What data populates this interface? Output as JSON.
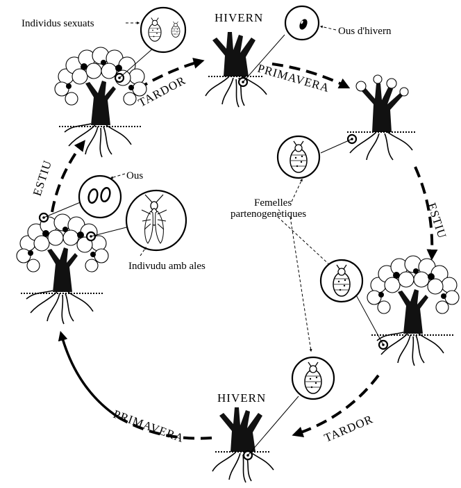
{
  "labels": {
    "individus_sexuats": "Individus  sexuats",
    "hivern_top": "HIVERN",
    "ous_hivern": "Ous d'hivern",
    "tardor_top": "TARDOR",
    "primavera_top": "PRIMAVERA",
    "estiu_left": "ESTIU",
    "ous": "Ous",
    "femelles_1": "Femelles",
    "femelles_2": "partenogenètiques",
    "estiu_right": "ESTIU",
    "individu_ales": "Indivudu amb ales",
    "hivern_bottom": "HIVERN",
    "tardor_bottom": "TARDOR",
    "primavera_bottom": "PRIMAVERA"
  },
  "icons": [
    "vine-tree",
    "winter-stump",
    "insect",
    "egg",
    "winged-insect"
  ],
  "colors": {
    "ink": "#000000",
    "paper": "#ffffff"
  }
}
